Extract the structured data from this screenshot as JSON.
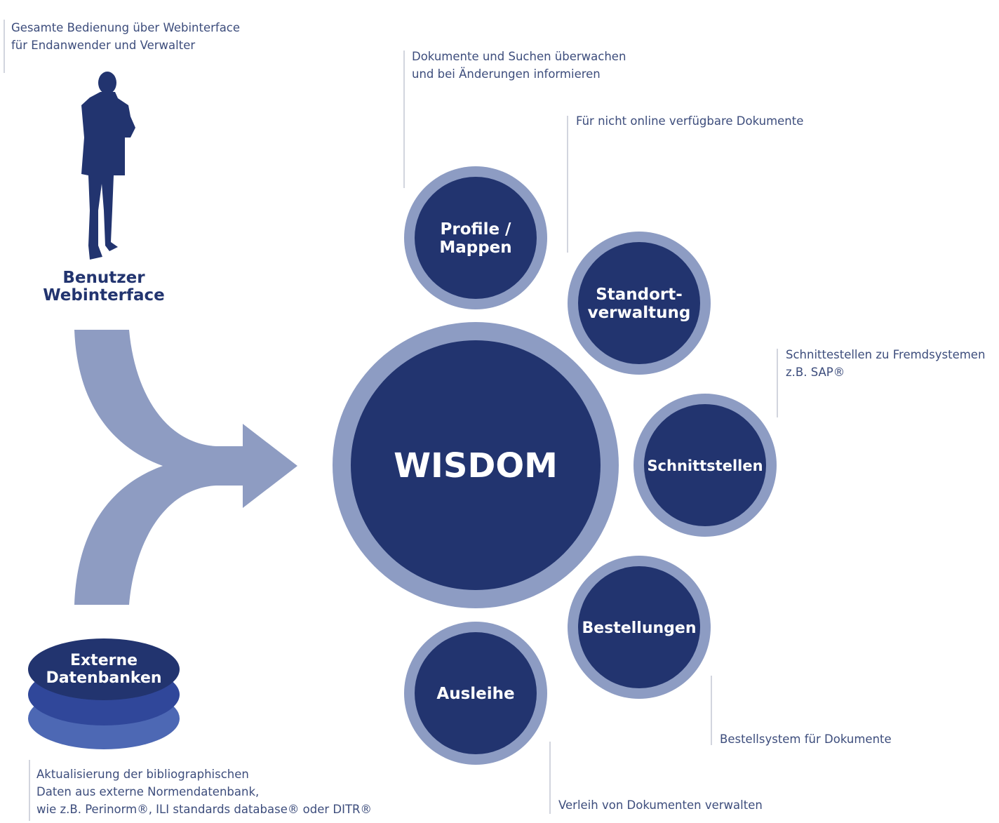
{
  "colors": {
    "dark_blue": "#22346f",
    "ring_blue": "#8d9cc3",
    "arrow_blue": "#8e9cc2",
    "db_middle": "#30479a",
    "db_bottom": "#4d68b4",
    "note_text": "#3d4d7c",
    "leader_line": "#c3c7d3"
  },
  "user": {
    "icon": "person-silhouette-icon",
    "label_line1": "Benutzer",
    "label_line2": "Webinterface",
    "note_line1": "Gesamte Bedienung über Webinterface",
    "note_line2": "für Endanwender und Verwalter"
  },
  "database": {
    "icon": "database-stack-icon",
    "label_line1": "Externe",
    "label_line2": "Datenbanken",
    "note_line1": "Aktualisierung der bibliographischen",
    "note_line2": "Daten aus externe Normendatenbank,",
    "note_line3": "wie z.B. Perinorm®, ILI standards database® oder DITR®"
  },
  "center": {
    "label": "WISDOM"
  },
  "modules": {
    "profile": {
      "label_line1": "Profile /",
      "label_line2": "Mappen",
      "note_line1": "Dokumente und Suchen überwachen",
      "note_line2": "und bei Änderungen informieren"
    },
    "standort": {
      "label_line1": "Standort-",
      "label_line2": "verwaltung",
      "note_line1": "Für nicht online verfügbare Dokumente"
    },
    "schnitt": {
      "label": "Schnittstellen",
      "note_line1": "Schnittestellen zu Fremdsystemen",
      "note_line2": "z.B. SAP®"
    },
    "bestell": {
      "label": "Bestellungen",
      "note_line1": "Bestellsystem für Dokumente"
    },
    "ausleihe": {
      "label": "Ausleihe",
      "note_line1": "Verleih von Dokumenten verwalten"
    }
  }
}
